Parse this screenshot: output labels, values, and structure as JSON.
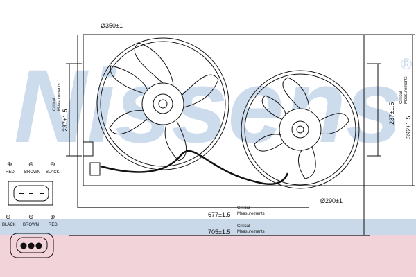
{
  "watermark": {
    "text": "Nissens",
    "registered": "®",
    "color": "#c5d6ea"
  },
  "bands": {
    "blue": "#c9d9ea",
    "pink": "#f2d3da"
  },
  "dimensions": {
    "large_fan_diameter": "Ø350±1",
    "small_fan_diameter": "Ø290±1",
    "inner_width": "677±1.5",
    "outer_width": "705±1.5",
    "left_height": "237±1.5",
    "right_inner_height": "237±1.5",
    "right_outer_height": "392±1.5",
    "critical_line1": "Critical",
    "critical_line2": "Measurements"
  },
  "connector_top": {
    "pins": [
      {
        "polarity": "⊕",
        "label": "RED"
      },
      {
        "polarity": "⊕",
        "label": "BROWN"
      },
      {
        "polarity": "⊖",
        "label": "BLACK"
      }
    ]
  },
  "connector_bottom": {
    "pins": [
      {
        "polarity": "⊖",
        "label": "BLACK"
      },
      {
        "polarity": "⊕",
        "label": "BROWN"
      },
      {
        "polarity": "⊕",
        "label": "RED"
      }
    ]
  }
}
